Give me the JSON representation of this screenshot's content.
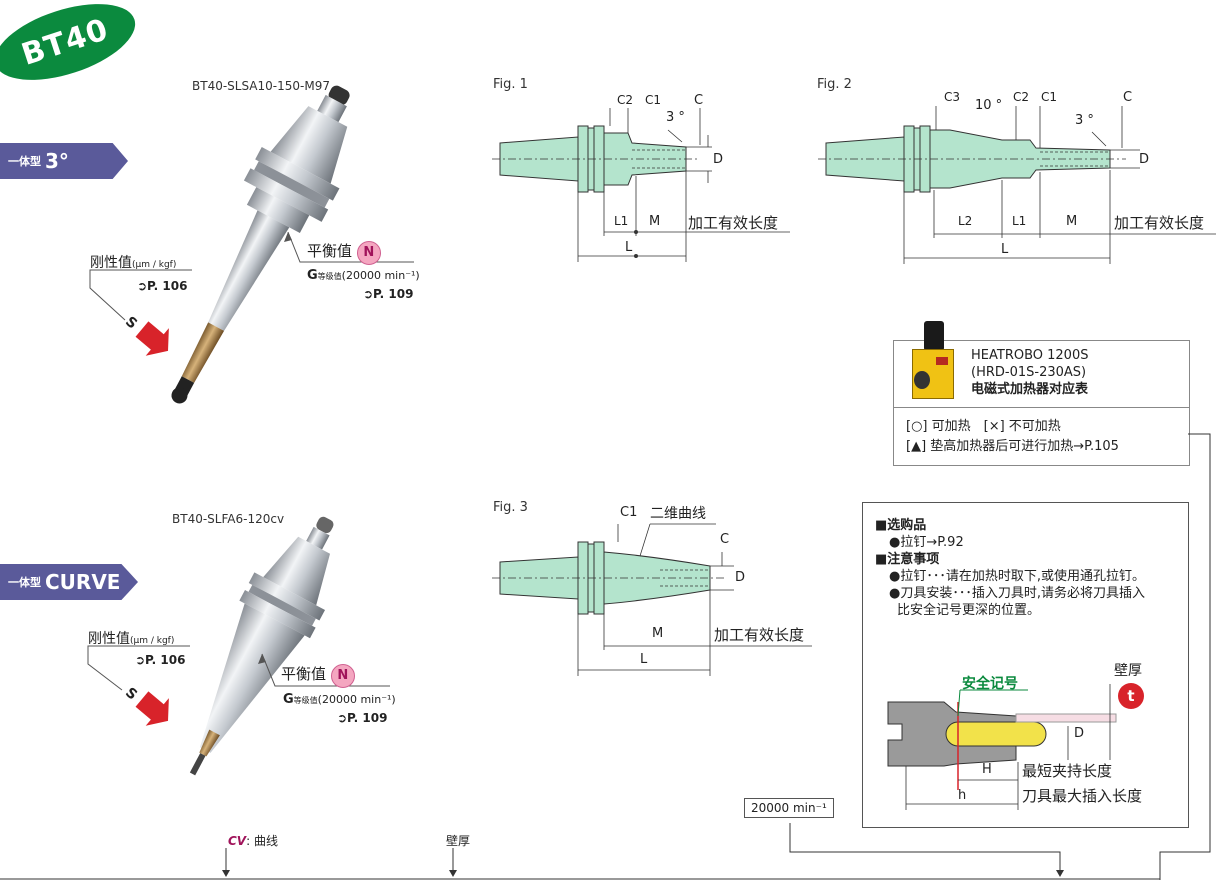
{
  "header": {
    "badge": "BT40"
  },
  "section1": {
    "tag_small": "一体型",
    "tag_big": "3°",
    "model": "BT40-SLSA10-150-M97",
    "rigidity_label": "刚性值",
    "rigidity_unit": "(μm / kgf)",
    "rigidity_ref": "➲P. 106",
    "balance_label": "平衡值",
    "balance_badge": "N",
    "grade_label": "G",
    "grade_small": "等级值",
    "grade_rpm": "(20000 min⁻¹)",
    "grade_ref": "➲P. 109",
    "s_mark": "S"
  },
  "section2": {
    "tag_small": "一体型",
    "tag_big": "CURVE",
    "model": "BT40-SLFA6-120cv",
    "rigidity_label": "刚性值",
    "rigidity_unit": "(μm / kgf)",
    "rigidity_ref": "➲P. 106",
    "balance_label": "平衡值",
    "balance_badge": "N",
    "grade_label": "G",
    "grade_small": "等级值",
    "grade_rpm": "(20000 min⁻¹)",
    "grade_ref": "➲P. 109",
    "s_mark": "S"
  },
  "fig1": {
    "title": "Fig. 1",
    "c2": "C2",
    "c1": "C1",
    "c": "C",
    "angle": "3 °",
    "d": "D",
    "l1": "L1",
    "m": "M",
    "eff": "加工有效长度",
    "l": "L"
  },
  "fig2": {
    "title": "Fig. 2",
    "c3": "C3",
    "angle1": "10 °",
    "c2": "C2",
    "c1": "C1",
    "c": "C",
    "angle2": "3 °",
    "d": "D",
    "l2": "L2",
    "l1": "L1",
    "m": "M",
    "eff": "加工有效长度",
    "l": "L"
  },
  "fig3": {
    "title": "Fig. 3",
    "c1": "C1",
    "curve": "二维曲线",
    "c": "C",
    "d": "D",
    "m": "M",
    "eff": "加工有效长度",
    "l": "L"
  },
  "heatrobo": {
    "line1": "HEATROBO 1200S",
    "line2": "(HRD-01S-230AS)",
    "line3": "电磁式加热器对应表",
    "legend1": "[○] 可加热　[×] 不可加热",
    "legend2": "[▲] 垫高加热器后可进行加热→P.105"
  },
  "notes": {
    "h1": "■选购品",
    "n1": "●拉钉→P.92",
    "h2": "■注意事项",
    "n2": "●拉钉･･･请在加热时取下,或使用通孔拉钉。",
    "n3": "●刀具安装･･･插入刀具时,请务必将刀具插入",
    "n4": "比安全记号更深的位置。",
    "safety": "安全记号",
    "wall": "壁厚",
    "t": "t",
    "d": "D",
    "h_big": "H",
    "min_clamp": "最短夹持长度",
    "h_small": "h",
    "max_insert": "刀具最大插入长度"
  },
  "footer": {
    "rpm_box": "20000 min⁻¹",
    "cv_mark": "CV",
    "cv_text": ": 曲线",
    "wall": "壁厚"
  }
}
